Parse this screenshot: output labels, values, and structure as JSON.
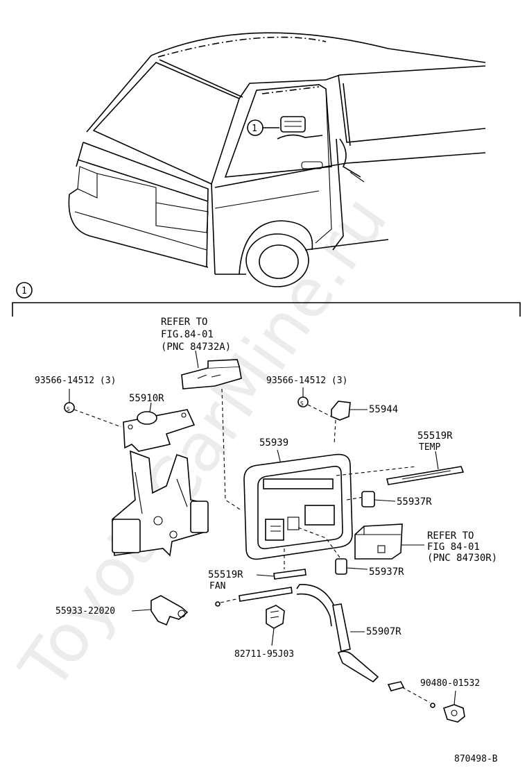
{
  "watermark": "ToyotaCarMine.ru",
  "callout_marker": "1",
  "section_marker": "1",
  "drawing_number": "870498-B",
  "labels": {
    "refer_top_line1": "REFER TO",
    "refer_top_line2": "FIG.84-01",
    "refer_top_line3": "(PNC 84732A)",
    "bolt_left": "93566-14512 (3)",
    "bolt_right": "93566-14512 (3)",
    "p55910r": "55910R",
    "p55944": "55944",
    "p55939": "55939",
    "p55519r_temp": "55519R",
    "temp": "TEMP",
    "p55937r_top": "55937R",
    "refer_right_line1": "REFER TO",
    "refer_right_line2": "FIG 84-01",
    "refer_right_line3": "(PNC 84730R)",
    "p55519r_fan": "55519R",
    "fan": "FAN",
    "p55937r_bottom": "55937R",
    "p55933": "55933-22020",
    "p55907r": "55907R",
    "p82711": "82711-95J03",
    "p90480": "90480-01532"
  }
}
